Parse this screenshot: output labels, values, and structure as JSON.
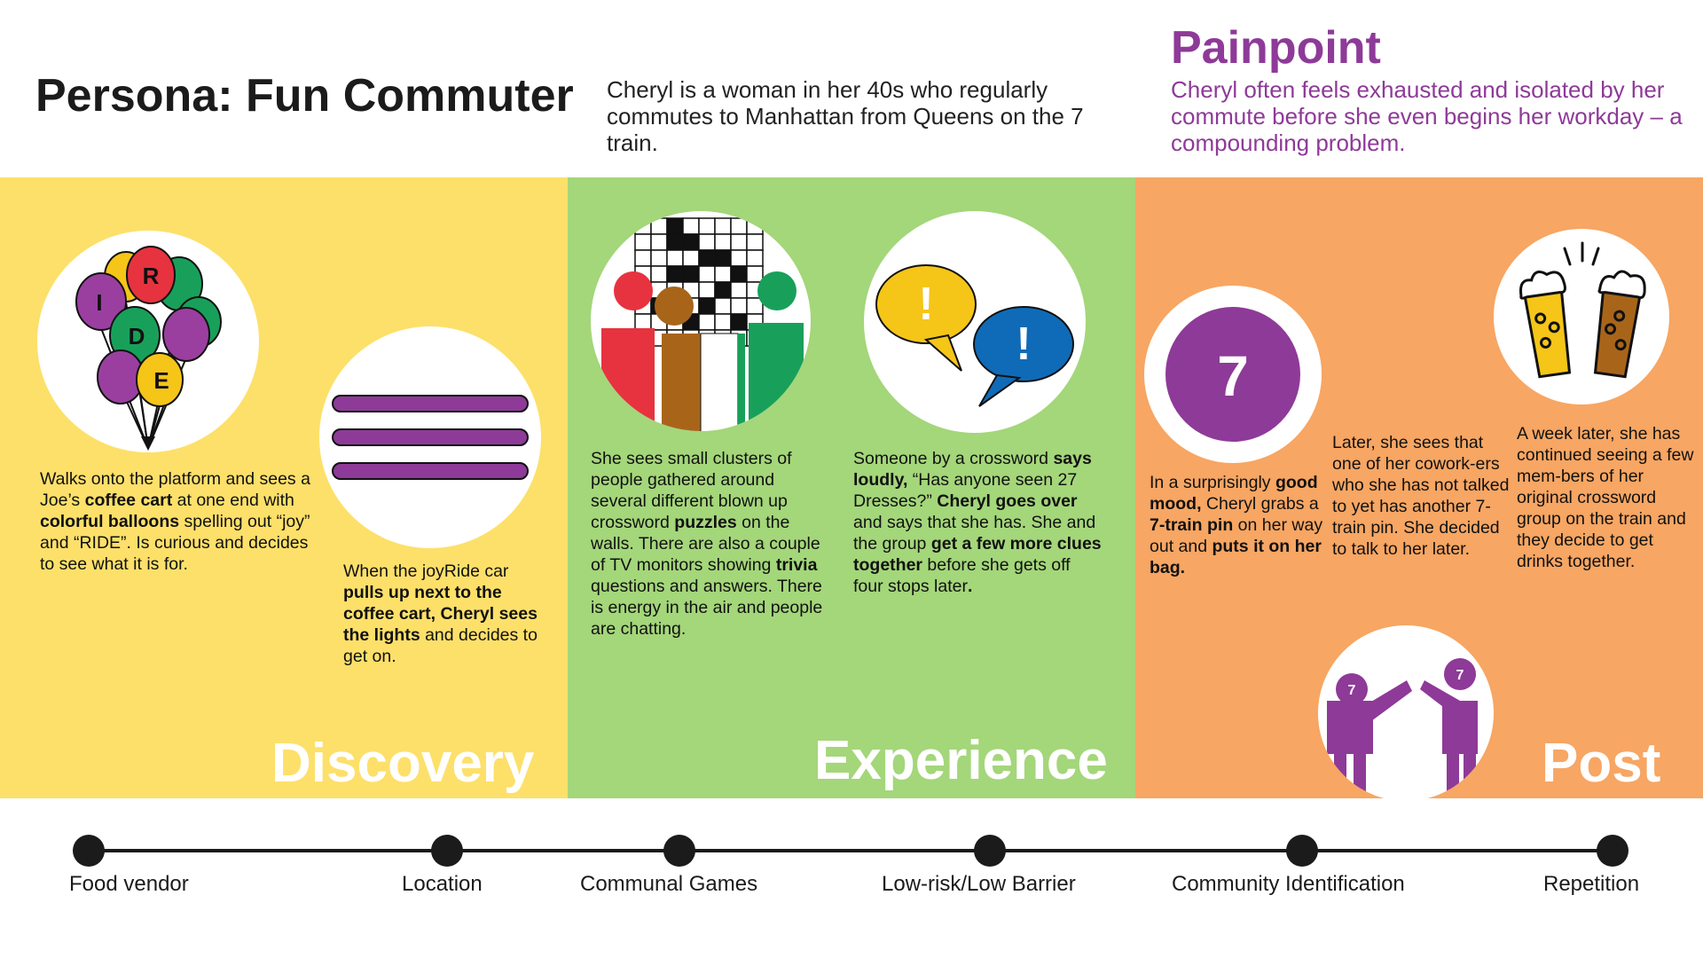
{
  "header": {
    "title": "Persona: Fun Commuter",
    "intro": "Cheryl is a woman in her 40s who regularly commutes to Manhattan from Queens on the 7 train.",
    "painpoint_title": "Painpoint",
    "painpoint_text": "Cheryl often feels exhausted and isolated by her commute before she even begins her workday – a compounding problem."
  },
  "colors": {
    "discovery": "#fde06a",
    "experience": "#a4d67a",
    "post": "#f7a663",
    "purple": "#8e3a98",
    "text": "#1b1b1b"
  },
  "stages": {
    "discovery": "Discovery",
    "experience": "Experience",
    "post": "Post"
  },
  "icons": {
    "balloons": {
      "letters": [
        "R",
        "I",
        "D",
        "E"
      ]
    },
    "train_pin": {
      "label": "7"
    },
    "people_pins": {
      "left": "7",
      "right": "7"
    },
    "speech": {
      "mark": "!"
    }
  },
  "steps": {
    "platform": [
      {
        "t": "Walks onto the platform and sees a Joe’s "
      },
      {
        "t": "coffee cart",
        "b": true
      },
      {
        "t": " at one end with "
      },
      {
        "t": "colorful balloons",
        "b": true
      },
      {
        "t": " spelling out “joy” and “RIDE”. Is curious and decides to see what it is for."
      }
    ],
    "joyride": [
      {
        "t": "When the joyRide car "
      },
      {
        "t": "pulls up next to the coffee cart, Cheryl sees the lights",
        "b": true
      },
      {
        "t": " and decides to get on."
      }
    ],
    "clusters": [
      {
        "t": "She sees small clusters of people gathered around several different blown up crossword "
      },
      {
        "t": "puzzles",
        "b": true
      },
      {
        "t": " on the walls. There are also a couple of TV monitors showing "
      },
      {
        "t": "trivia",
        "b": true
      },
      {
        "t": " questions and answers. There is energy in the air and people are chatting."
      }
    ],
    "crossword": [
      {
        "t": "Someone by a crossword "
      },
      {
        "t": "says loudly,",
        "b": true
      },
      {
        "t": " “Has anyone seen 27 Dresses?” "
      },
      {
        "t": "Cheryl goes over",
        "b": true
      },
      {
        "t": " and says that she has. She and the group "
      },
      {
        "t": "get a few more clues together",
        "b": true
      },
      {
        "t": " before she gets off four stops later"
      },
      {
        "t": ".",
        "b": true
      }
    ],
    "pin": [
      {
        "t": "In a surprisingly "
      },
      {
        "t": "good mood,",
        "b": true
      },
      {
        "t": " Cheryl grabs a "
      },
      {
        "t": "7-train pin",
        "b": true
      },
      {
        "t": " on her way out and "
      },
      {
        "t": "puts it on her bag.",
        "b": true
      }
    ],
    "coworker": [
      {
        "t": "Later, she sees that one of her cowork-ers who she has not talked to yet has another 7-train pin. She decided to talk to her later."
      }
    ],
    "week_later": [
      {
        "t": "A week later, she has continued seeing a few mem-bers of her original crossword group on the train and they decide to get drinks together."
      }
    ]
  },
  "timeline": [
    "Food vendor",
    "Location",
    "Communal Games",
    "Low-risk/Low Barrier",
    "Community Identification",
    "Repetition"
  ]
}
